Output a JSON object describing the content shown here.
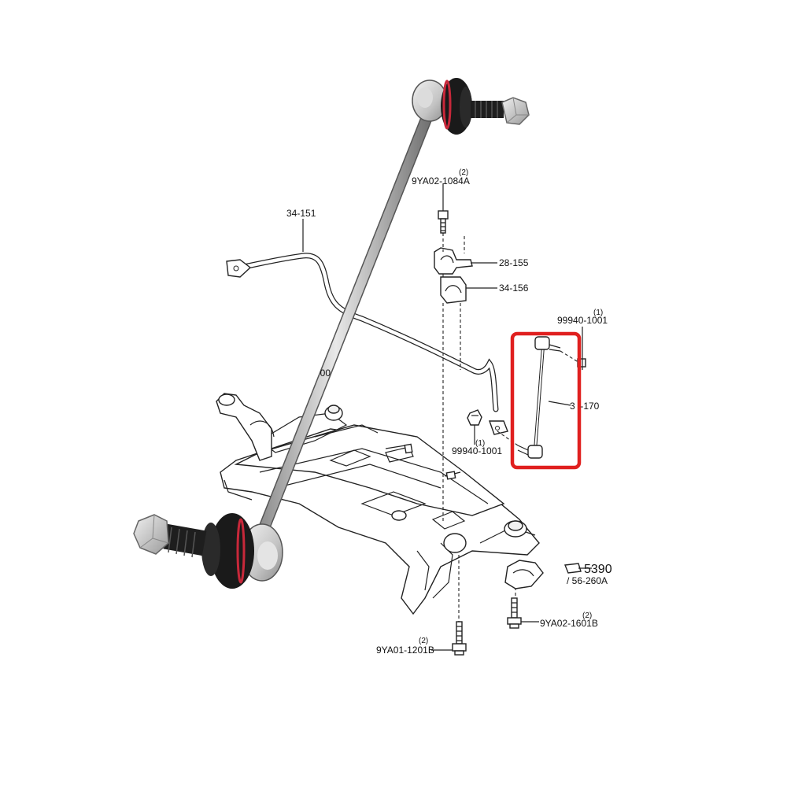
{
  "parts": {
    "bolt_top": {
      "number": "9YA02-1084A",
      "qty": "(2)"
    },
    "stabilizer_bar": {
      "number": "34-151"
    },
    "bracket": {
      "number": "28-155"
    },
    "bushing": {
      "number": "34-156"
    },
    "nut_top": {
      "number": "99940-1001",
      "qty": "(1)"
    },
    "link": {
      "number": "3  -170"
    },
    "nut_bottom": {
      "number": "99940-1001",
      "qty": "(1)"
    },
    "crossmember_left": {
      "number": "     00"
    },
    "bracket_right": {
      "number": "5390",
      "sub": "/ 56-260A"
    },
    "bolt_right": {
      "number": "9YA02-1601B",
      "qty": "(2)"
    },
    "bolt_bottom": {
      "number": "9YA01-1201B",
      "qty": "(2)"
    }
  },
  "colors": {
    "highlight": "#e0201f",
    "gasket": "#c8283a",
    "rod": "#bfbfbf",
    "nut": "#d6d6d6"
  }
}
